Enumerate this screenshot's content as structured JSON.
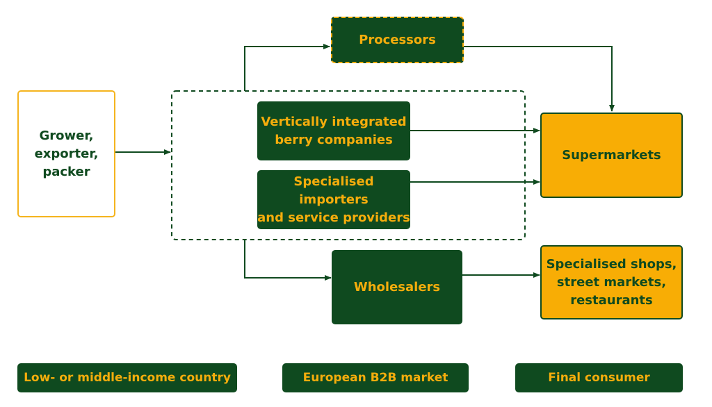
{
  "diagram": {
    "nodes": {
      "grower": "Grower,\nexporter,\npacker",
      "processors": "Processors",
      "vertical": "Vertically integrated\nberry companies",
      "importers": "Specialised importers\nand service providers",
      "wholesalers": "Wholesalers",
      "supermarkets": "Supermarkets",
      "shops": "Specialised shops,\nstreet markets,\nrestaurants"
    },
    "footer": {
      "origin": "Low- or middle-income country",
      "b2b": "European B2B market",
      "consumer": "Final consumer"
    }
  },
  "colors": {
    "dark_green": "#0f4a1f",
    "amber": "#f8ad05",
    "text_amber": "#f5ad0c"
  }
}
